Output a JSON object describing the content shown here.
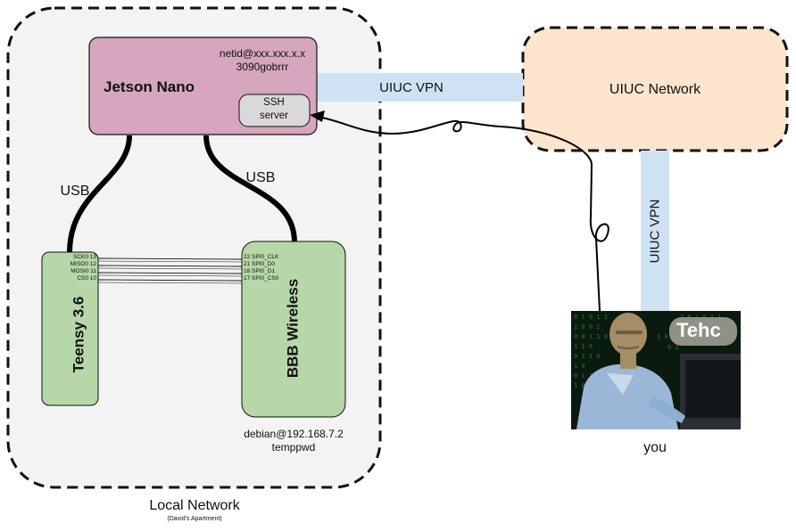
{
  "local_network": {
    "label": "Local Network",
    "sublabel": "(David's Apartment)"
  },
  "jetson": {
    "title": "Jetson Nano",
    "credentials_line1": "netid@xxx.xxx.x.x",
    "credentials_line2": "3090gobrrr",
    "ssh_line1": "SSH",
    "ssh_line2": "server"
  },
  "usb_left": "USB",
  "usb_right": "USB",
  "teensy": {
    "title": "Teensy 3.6",
    "pins": [
      "SCK0 13",
      "MISO0 12",
      "MOSI0 11",
      "CS0 10"
    ]
  },
  "bbb": {
    "title": "BBB Wireless",
    "pins": [
      "22 SPI0_CLK",
      "21 SPI0_D0",
      "18 SPI0_D1",
      "17 SPI0_CS0"
    ],
    "credentials_line1": "debian@192.168.7.2",
    "credentials_line2": "temppwd"
  },
  "vpn_horizontal": "UIUC VPN",
  "vpn_vertical": "UIUC VPN",
  "uiuc_network": "UIUC Network",
  "photo_caption": "Tehc",
  "you_label": "you",
  "colors": {
    "jetson_fill": "#d5a6bd",
    "board_fill": "#b6d7a8",
    "uiuc_fill": "#fce5cd",
    "vpn_fill": "#cfe2f3",
    "local_fill": "#f3f3f3"
  }
}
